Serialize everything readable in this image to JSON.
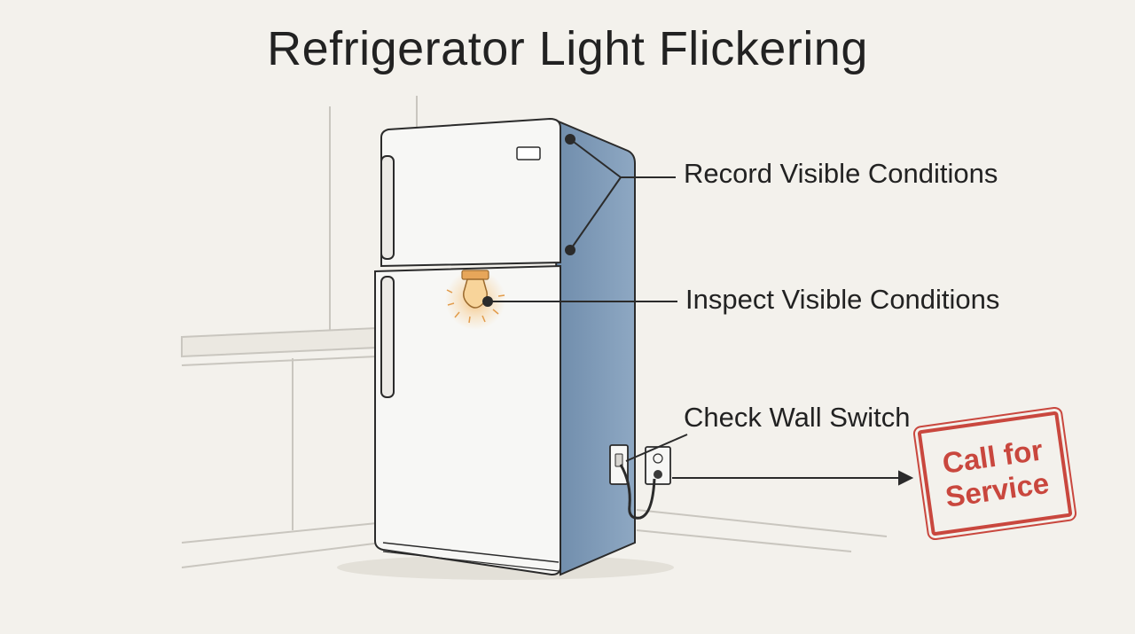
{
  "title": "Refrigerator Light Flickering",
  "callouts": {
    "record": "Record Visible Conditions",
    "inspect": "Inspect Visible Conditions",
    "switch": "Check Wall Switch"
  },
  "stamp": {
    "line1": "Call for",
    "line2": "Service"
  },
  "icons": [
    "refrigerator-illustration",
    "light-bulb-icon",
    "wall-switch-icon",
    "wall-outlet-icon",
    "arrow-right-icon"
  ],
  "colors": {
    "background": "#f3f1ec",
    "fridge_side": "#7f9bb8",
    "bulb_glow": "#f5b461",
    "stamp_red": "#c9473e",
    "line": "#2b2b2b"
  }
}
